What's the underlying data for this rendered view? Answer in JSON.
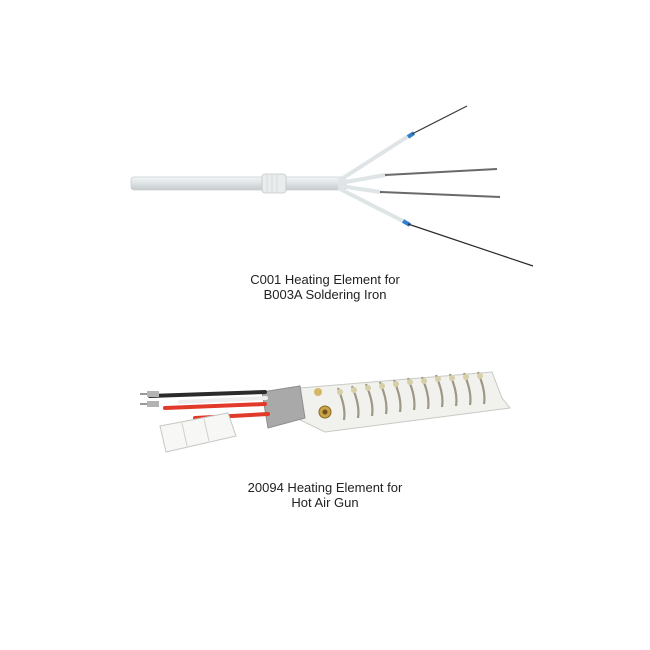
{
  "products": [
    {
      "caption_line1": "C001 Heating Element for",
      "caption_line2": "B003A Soldering Iron"
    },
    {
      "caption_line1": "20094 Heating Element for",
      "caption_line2": "Hot Air Gun"
    }
  ]
}
